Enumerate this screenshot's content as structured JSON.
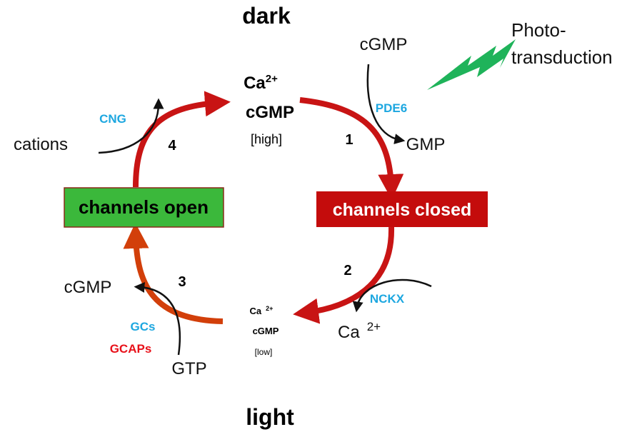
{
  "headings": {
    "top": "dark",
    "bottom": "light"
  },
  "trigger": {
    "line1": "Photo-",
    "line2": "transduction",
    "bolt_color": "#1fb35a"
  },
  "top_state": {
    "ion": "Ca",
    "ion_sup": "2+",
    "messenger": "cGMP",
    "level": "[high]"
  },
  "bottom_state": {
    "ion": "Ca",
    "ion_sup": "2+",
    "messenger": "cGMP",
    "level": "[low]"
  },
  "boxes": {
    "open": {
      "label": "channels open",
      "color": "#3bb83b"
    },
    "closed": {
      "label": "channels closed",
      "color": "#c40c0c"
    }
  },
  "steps": [
    "1",
    "2",
    "3",
    "4"
  ],
  "reactions": {
    "pde": {
      "substrate": "cGMP",
      "enzyme": "PDE6",
      "product": "GMP"
    },
    "nckx": {
      "enzyme": "NCKX",
      "product": "Ca",
      "product_sup": "2+"
    },
    "gc": {
      "product": "cGMP",
      "enzyme": "GCs",
      "regulator": "GCAPs",
      "substrate": "GTP"
    },
    "cng": {
      "enzyme": "CNG",
      "substrate": "cations"
    }
  },
  "colors": {
    "cycle_red": "#c81414",
    "cycle_orange": "#d23f0a",
    "enzyme_blue": "#1da7e0",
    "regulator_red": "#e8111a"
  }
}
